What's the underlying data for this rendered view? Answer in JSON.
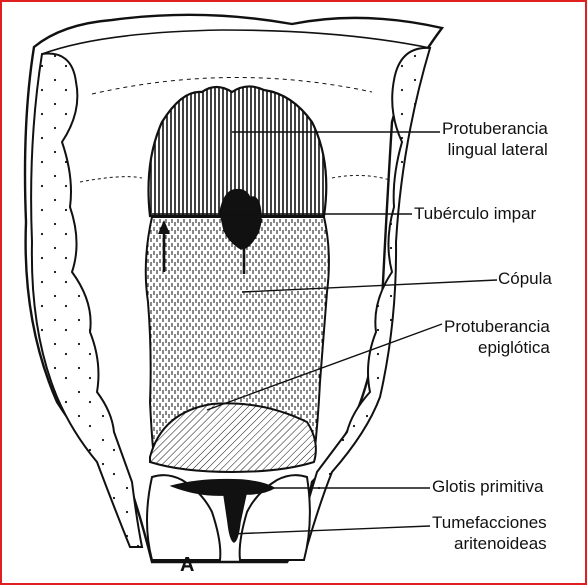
{
  "diagram": {
    "panel_letter": "A",
    "labels": [
      {
        "id": "protuberancia-lingual-lateral",
        "lines": [
          "Protuberancia",
          "lingual lateral"
        ]
      },
      {
        "id": "tuberculo-impar",
        "lines": [
          "Tubérculo impar"
        ]
      },
      {
        "id": "copula",
        "lines": [
          "Cópula"
        ]
      },
      {
        "id": "protuberancia-epiglotica",
        "lines": [
          "Protuberancia",
          "epiglótica"
        ]
      },
      {
        "id": "glotis-primitiva",
        "lines": [
          "Glotis primitiva"
        ]
      },
      {
        "id": "tumefacciones-aritenoideas",
        "lines": [
          "Tumefacciones",
          "aritenoideas"
        ]
      }
    ]
  },
  "colors": {
    "border": "#e02020",
    "ink": "#111111",
    "background": "#ffffff"
  }
}
